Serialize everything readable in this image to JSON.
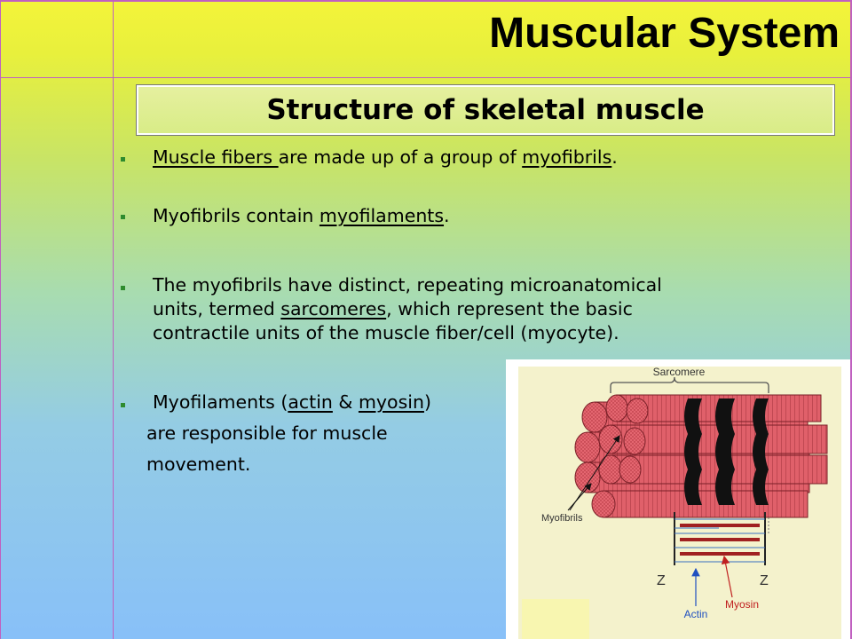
{
  "slide": {
    "title": "Muscular System",
    "subtitle": "Structure of skeletal muscle",
    "bullets": [
      {
        "parts": [
          {
            "text": "Muscle fibers ",
            "underline": true
          },
          {
            "text": "are made up of a group of ",
            "underline": false
          },
          {
            "text": "myofibrils",
            "underline": true
          },
          {
            "text": ".",
            "underline": false
          }
        ]
      },
      {
        "parts": [
          {
            "text": "Myofibrils contain ",
            "underline": false
          },
          {
            "text": "myofilaments",
            "underline": true
          },
          {
            "text": ".",
            "underline": false
          }
        ]
      },
      {
        "lines": [
          [
            {
              "text": "The myofibrils have distinct, repeating microanatomical",
              "underline": false
            }
          ],
          [
            {
              "text": "units, termed ",
              "underline": false
            },
            {
              "text": "sarcomeres",
              "underline": true
            },
            {
              "text": ", which represent the basic",
              "underline": false
            }
          ],
          [
            {
              "text": "contractile units of the muscle fiber/cell (myocyte).",
              "underline": false
            }
          ]
        ]
      },
      {
        "lines": [
          [
            {
              "text": "Myofilaments (",
              "underline": false
            },
            {
              "text": "actin",
              "underline": true
            },
            {
              "text": " & ",
              "underline": false
            },
            {
              "text": "myosin",
              "underline": true
            },
            {
              "text": ")",
              "underline": false
            }
          ],
          [
            {
              "text": "are responsible for muscle",
              "underline": false
            }
          ],
          [
            {
              "text": "movement.",
              "underline": false
            }
          ]
        ]
      }
    ]
  },
  "figure": {
    "labels": {
      "sarcomere": "Sarcomere",
      "myofibrils": "Myofibrils",
      "z_left": "Z",
      "z_right": "Z",
      "actin": "Actin",
      "myosin": "Myosin"
    },
    "colors": {
      "fiber": "#e0606a",
      "fiber_dark": "#b83c44",
      "band": "#111111",
      "myosin_line": "#a02020",
      "actin_line": "#3a70c0",
      "arrow_red": "#c02020",
      "arrow_blue": "#2050c0"
    }
  }
}
